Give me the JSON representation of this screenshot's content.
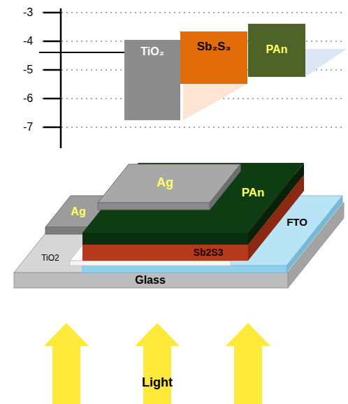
{
  "diagram": {
    "nodes": [
      {
        "text": [
          "TiO₂"
        ]
      },
      {
        "text": [
          "Sb₂S₃"
        ]
      },
      {
        "text": [
          "PAn"
        ]
      }
    ],
    "labels": [
      "-3",
      "-4",
      "-5",
      "-6",
      "-7",
      "Ag",
      "Ag",
      "PAn",
      "Sb2S3",
      "FTO",
      "TiO2",
      "Glass",
      "Light"
    ]
  }
}
